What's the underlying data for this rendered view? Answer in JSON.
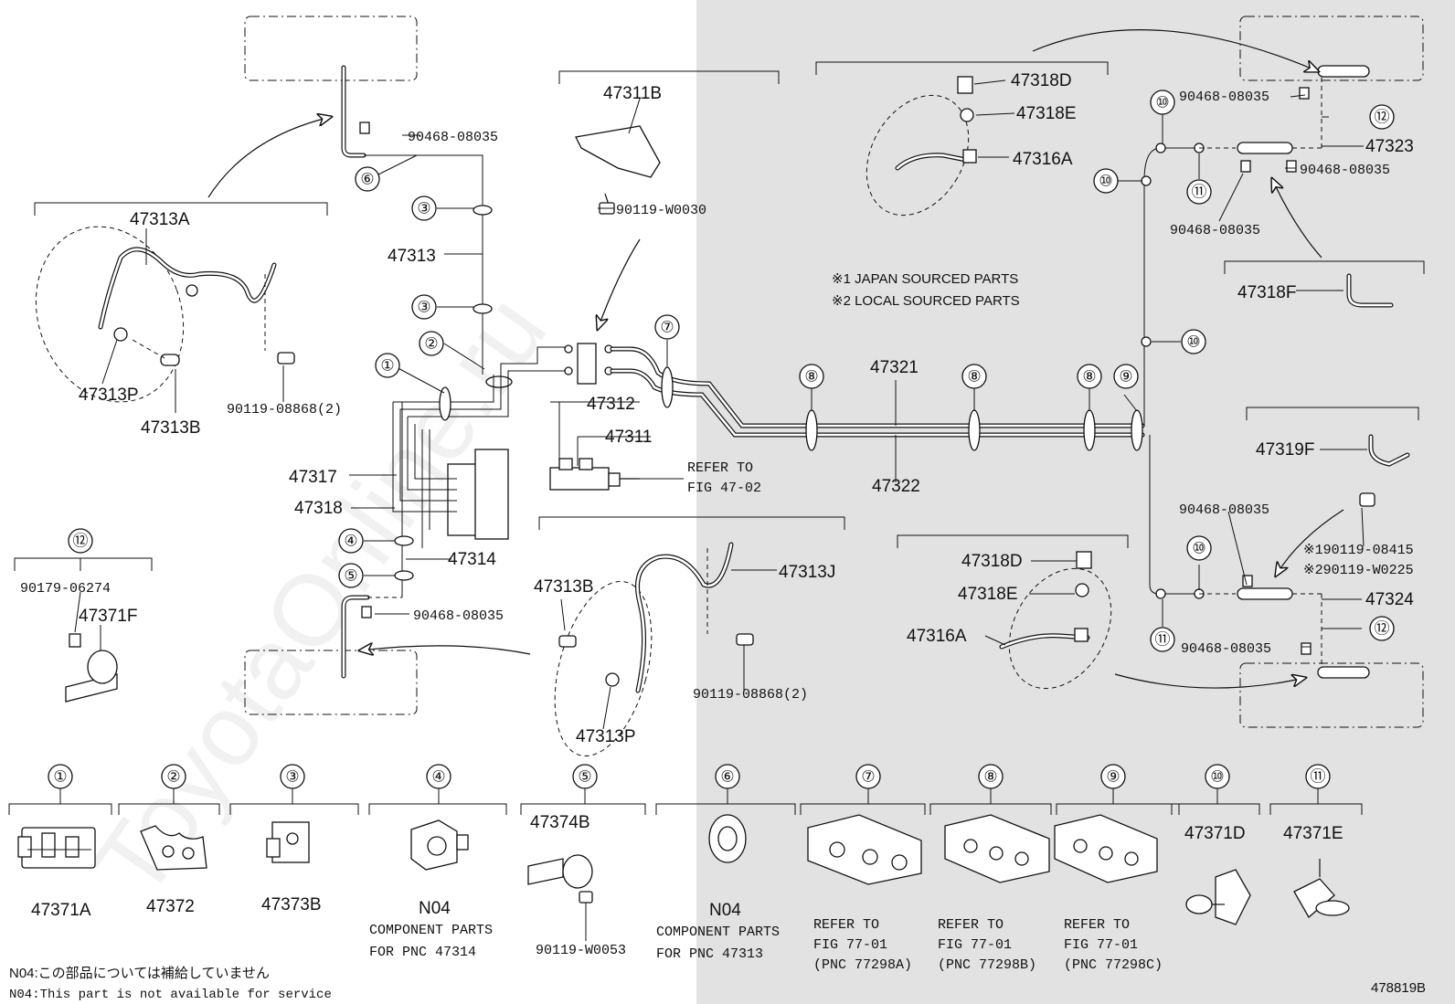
{
  "labels": {
    "p47311B": "47311B",
    "p90119W0030": "90119-W0030",
    "p47313A": "47313A",
    "p47313": "47313",
    "p90468a": "90468-08035",
    "p47313P_left": "47313P",
    "p47313B_left": "47313B",
    "p90119_08868_left": "90119-08868(2)",
    "p47317": "47317",
    "p47318": "47318",
    "p47312": "47312",
    "p47311": "47311",
    "refer_fig_47_02_a": "REFER TO",
    "refer_fig_47_02_b": "FIG 47-02",
    "p47314": "47314",
    "p90468b": "90468-08035",
    "p47313B_mid": "47313B",
    "p47313J": "47313J",
    "p47313P_mid": "47313P",
    "p90119_08868_mid": "90119-08868(2)",
    "p47321": "47321",
    "p47322": "47322",
    "p47318D_top": "47318D",
    "p47318E_top": "47318E",
    "p47316A_top": "47316A",
    "note1": "※1 JAPAN SOURCED PARTS",
    "note2": "※2 LOCAL SOURCED PARTS",
    "p90468c": "90468-08035",
    "p47323": "47323",
    "p90468d": "90468-08035",
    "p90468e": "90468-08035",
    "p47318F": "47318F",
    "p47319F": "47319F",
    "p90468f": "90468-08035",
    "p90119_08415": "※190119-08415",
    "p90119_W0225": "※290119-W0225",
    "p47324": "47324",
    "p90468g": "90468-08035",
    "p47318D_bot": "47318D",
    "p47318E_bot": "47318E",
    "p47316A_bot": "47316A",
    "p90179": "90179-06274",
    "p47371F": "47371F",
    "c1": "①",
    "c2": "②",
    "c3": "③",
    "c4": "④",
    "c5": "⑤",
    "c6": "⑥",
    "c7": "⑦",
    "c8": "⑧",
    "c9": "⑨",
    "c10": "⑩",
    "c11": "⑪",
    "c12": "⑫"
  },
  "clamps": [
    {
      "num": "①",
      "part": "47371A"
    },
    {
      "num": "②",
      "part": "47372"
    },
    {
      "num": "③",
      "part": "47373B"
    },
    {
      "num": "④",
      "part": "N04",
      "note1": "COMPONENT PARTS",
      "note2": "FOR PNC 47314"
    },
    {
      "num": "⑤",
      "part": "47374B",
      "bolt": "90119-W0053"
    },
    {
      "num": "⑥",
      "part": "N04",
      "note1": "COMPONENT PARTS",
      "note2": "FOR PNC 47313"
    },
    {
      "num": "⑦",
      "ref1": "REFER TO",
      "ref2": "FIG 77-01",
      "ref3": "(PNC 77298A)"
    },
    {
      "num": "⑧",
      "ref1": "REFER TO",
      "ref2": "FIG 77-01",
      "ref3": "(PNC 77298B)"
    },
    {
      "num": "⑨",
      "ref1": "REFER TO",
      "ref2": "FIG 77-01",
      "ref3": "(PNC 77298C)"
    },
    {
      "num": "⑩",
      "part": "47371D"
    },
    {
      "num": "⑪",
      "part": "47371E"
    }
  ],
  "footer": {
    "n04_jp": "N04:この部品については補給していません",
    "n04_en": "N04:This part is not available for service",
    "fig_id": "478819B"
  },
  "watermark": "ToyotaOnline.ru",
  "colors": {
    "line": "#111111",
    "shade": "#e2e2e2",
    "watermark": "#d8d8d8"
  }
}
